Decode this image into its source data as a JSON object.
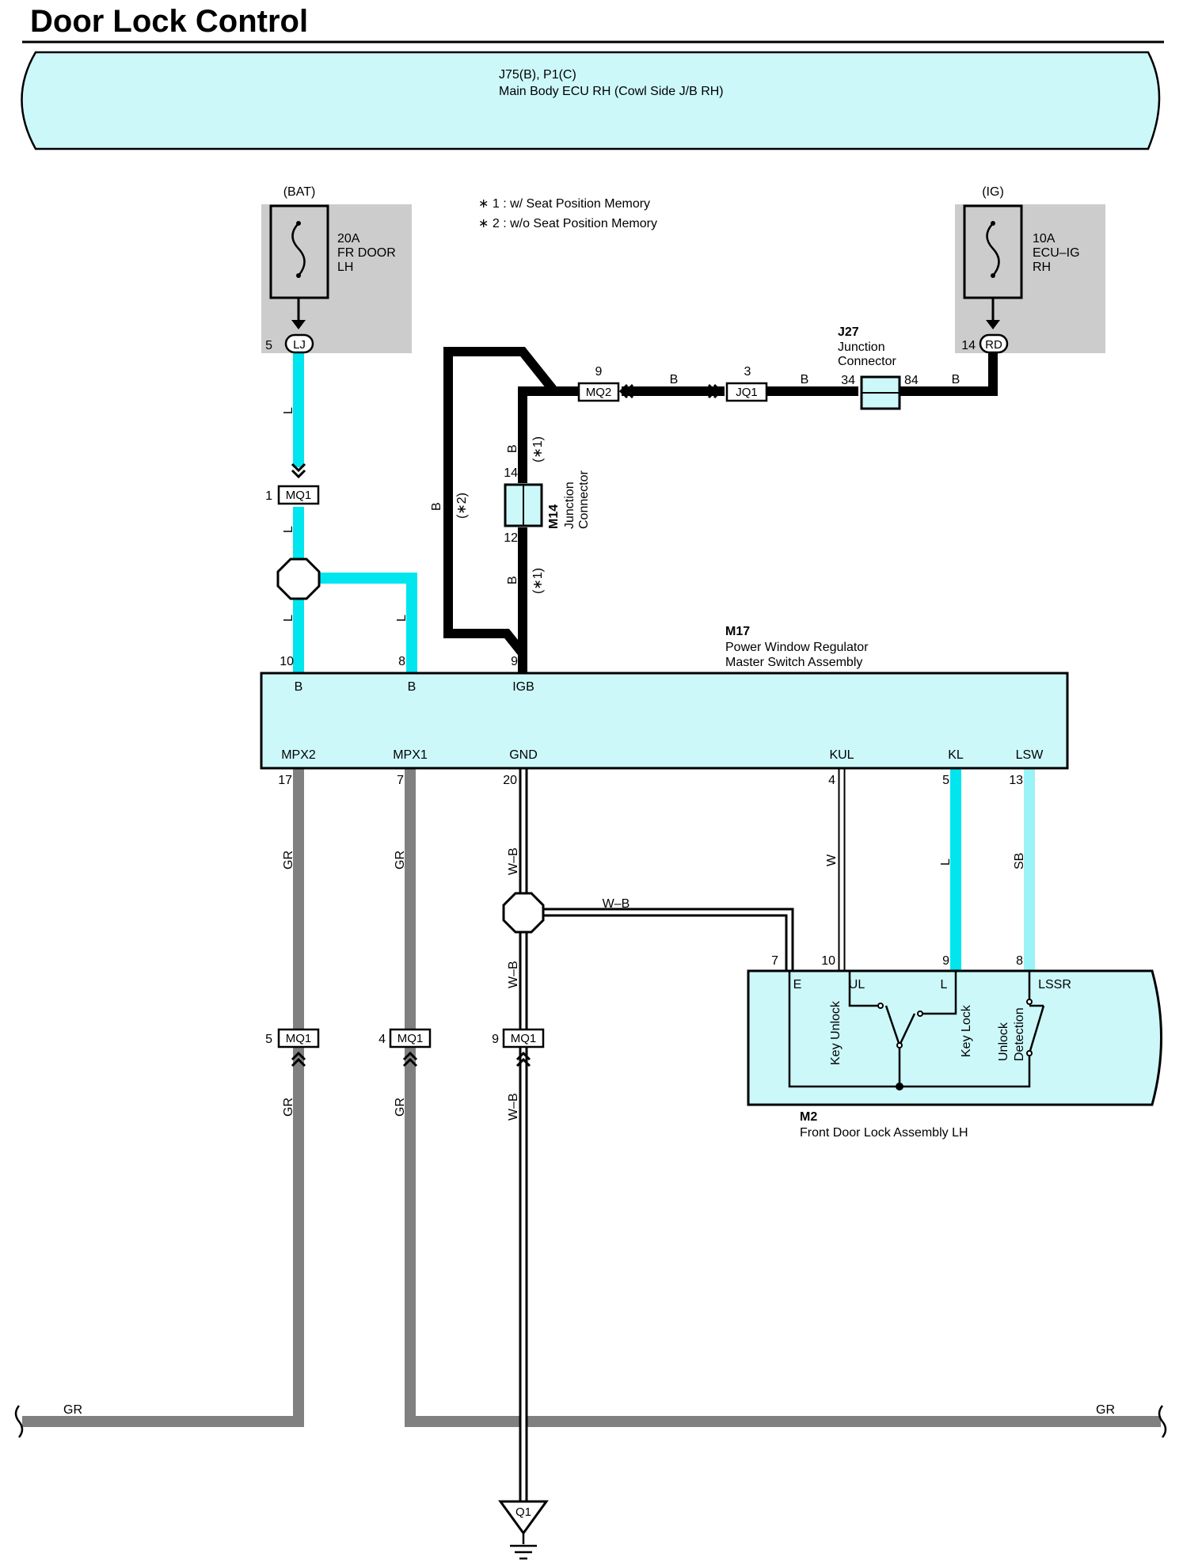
{
  "title": "Door Lock Control",
  "colors": {
    "L": "#00e5ee",
    "SB": "#99f3f7",
    "GR": "#808080",
    "B": "#000000",
    "W": "#ffffff",
    "component_fill": "#ccf8fa",
    "fuse_box_bg": "#cccccc"
  },
  "ecu": {
    "code": "J75(B), P1(C)",
    "name": "Main Body ECU RH (Cowl Side J/B RH)"
  },
  "notes": [
    "∗ 1 : w/ Seat Position Memory",
    "∗ 2 : w/o Seat Position Memory"
  ],
  "fuse_bat": {
    "source": "(BAT)",
    "rating": "20A",
    "name_line1": "FR DOOR",
    "name_line2": "LH",
    "connector": "LJ",
    "pin": "5"
  },
  "fuse_ig": {
    "source": "(IG)",
    "rating": "10A",
    "name_line1": "ECU–IG",
    "name_line2": "RH",
    "connector": "RD",
    "pin": "14"
  },
  "j27": {
    "code": "J27",
    "name_line1": "Junction",
    "name_line2": "Connector",
    "pin_left": "34",
    "pin_right": "84"
  },
  "mq2": {
    "label": "MQ2",
    "pin": "9"
  },
  "jq1": {
    "label": "JQ1",
    "pin": "3"
  },
  "m14": {
    "code": "M14",
    "name_line1": "Junction",
    "name_line2": "Connector",
    "pin_top": "14",
    "pin_bottom": "12"
  },
  "mq1_top": {
    "label": "MQ1",
    "pin": "1"
  },
  "mq1_bottom": [
    {
      "label": "MQ1",
      "pin": "5"
    },
    {
      "label": "MQ1",
      "pin": "4"
    },
    {
      "label": "MQ1",
      "pin": "9"
    }
  ],
  "wire_colors": {
    "L": "L",
    "B": "B",
    "GR": "GR",
    "WB": "W–B",
    "W": "W",
    "SB": "SB",
    "note1": "(∗1)",
    "note2": "(∗2)"
  },
  "m17": {
    "code": "M17",
    "name_line1": "Power Window Regulator",
    "name_line2": "Master Switch Assembly",
    "top_pins": [
      {
        "num": "10",
        "name": "B"
      },
      {
        "num": "8",
        "name": "B"
      },
      {
        "num": "9",
        "name": "IGB"
      }
    ],
    "bottom_pins": [
      {
        "num": "17",
        "name": "MPX2"
      },
      {
        "num": "7",
        "name": "MPX1"
      },
      {
        "num": "20",
        "name": "GND"
      },
      {
        "num": "4",
        "name": "KUL"
      },
      {
        "num": "5",
        "name": "KL"
      },
      {
        "num": "13",
        "name": "LSW"
      }
    ]
  },
  "m2": {
    "code": "M2",
    "name": "Front Door Lock Assembly LH",
    "pins": [
      {
        "num": "7",
        "name": "E"
      },
      {
        "num": "10",
        "name": "UL"
      },
      {
        "num": "9",
        "name": "L"
      },
      {
        "num": "8",
        "name": "LSSR"
      }
    ],
    "switch_labels": [
      "Key Unlock",
      "Key Lock",
      "Unlock",
      "Detection"
    ]
  },
  "ground": {
    "label": "Q1"
  }
}
